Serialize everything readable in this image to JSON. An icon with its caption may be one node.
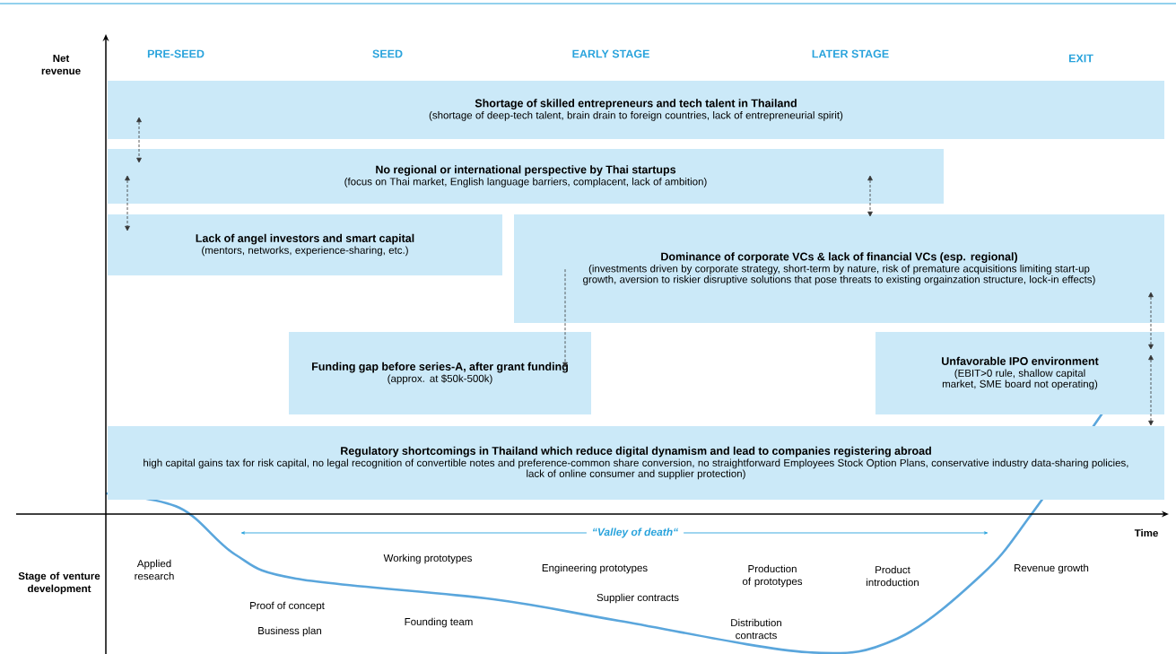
{
  "diagram": {
    "nodes": [
      {
        "text": [
          "Shortage of skilled entrepreneurs and tech talent in Thailand",
          "(shortage of deep-tech talent, brain drain to foreign countries, lack of entrepreneurial spirit)"
        ]
      },
      {
        "text": [
          "No regional or international perspective by Thai startups",
          "(focus on Thai market, English language barriers, complacent, lack of ambition)"
        ]
      },
      {
        "text": [
          "Lack of angel investors and smart capital",
          "(mentors, networks, experience-sharing, etc.)"
        ]
      },
      {
        "text": [
          "Dominance of corporate VCs & lack of financial VCs (esp. regional)",
          "(investments driven by corporate strategy, short-term by nature, risk of premature acquisitions limiting start-up growth, aversion to riskier disruptive solutions that pose threats to existing orgainzation structure, lock-in effects)"
        ]
      },
      {
        "text": [
          "Funding gap before series-A, after grant funding",
          "(approx. at $50k-500k)"
        ]
      },
      {
        "text": [
          "Unfavorable IPO environment",
          "(EBIT>0 rule, shallow capital market, SME board not operating)"
        ]
      },
      {
        "text": [
          "Regulatory shortcomings in Thailand which reduce digital dynamism and lead to companies registering abroad",
          "high capital gains tax for risk capital, no legal recognition of convertible notes and preference-common share conversion, no straightforward Employees Stock Option Plans, conservative industry data-sharing policies, lack of online consumer and supplier protection)"
        ]
      }
    ],
    "edges": [
      {
        "from": 0,
        "to": 1,
        "arrow": "both"
      },
      {
        "from": 1,
        "to": 2,
        "arrow": "both"
      },
      {
        "from": 1,
        "to": 3,
        "arrow": "both"
      },
      {
        "from": 3,
        "to": 4,
        "arrow": "to"
      },
      {
        "from": 3,
        "to": 5,
        "arrow": "both"
      },
      {
        "from": 5,
        "to": 6,
        "arrow": "both"
      }
    ],
    "labels": [
      "PRE-SEED",
      "SEED",
      "EARLY STAGE",
      "LATER STAGE",
      "EXIT",
      "Net revenue",
      "Time",
      "Stage of venture development",
      "“Valley of death“",
      "Applied research",
      "Working prototypes",
      "Engineering prototypes",
      "Production of prototypes",
      "Product introduction",
      "Revenue growth",
      "Proof of concept",
      "Business plan",
      "Supplier contracts",
      "Founding team",
      "Distribution contracts"
    ]
  }
}
